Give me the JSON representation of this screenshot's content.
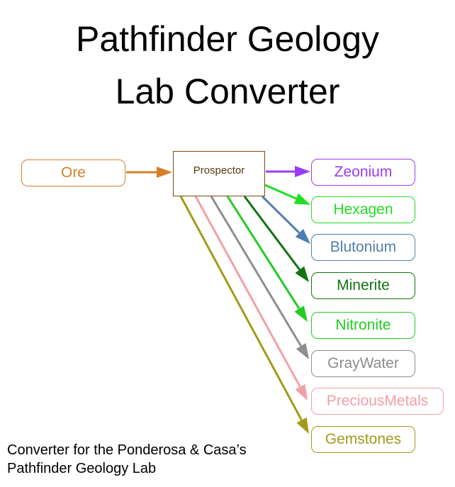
{
  "title": {
    "line1": "Pathfinder Geology",
    "line2": "Lab Converter"
  },
  "source": {
    "label": "Ore",
    "color": "#d4802a"
  },
  "process": {
    "label": "Prospector"
  },
  "outputs": [
    {
      "label": "Zeonium",
      "color": "#9b3bf0"
    },
    {
      "label": "Hexagen",
      "color": "#22dd22"
    },
    {
      "label": "Blutonium",
      "color": "#4f7fb0"
    },
    {
      "label": "Minerite",
      "color": "#127512"
    },
    {
      "label": "Nitronite",
      "color": "#22cc22"
    },
    {
      "label": "GrayWater",
      "color": "#8e8e8e"
    },
    {
      "label": "PreciousMetals",
      "color": "#f2a0a8"
    },
    {
      "label": "Gemstones",
      "color": "#a39a1a"
    }
  ],
  "caption": {
    "line1": "Converter for the Ponderosa & Casa’s",
    "line2": "Pathfinder Geology Lab"
  }
}
